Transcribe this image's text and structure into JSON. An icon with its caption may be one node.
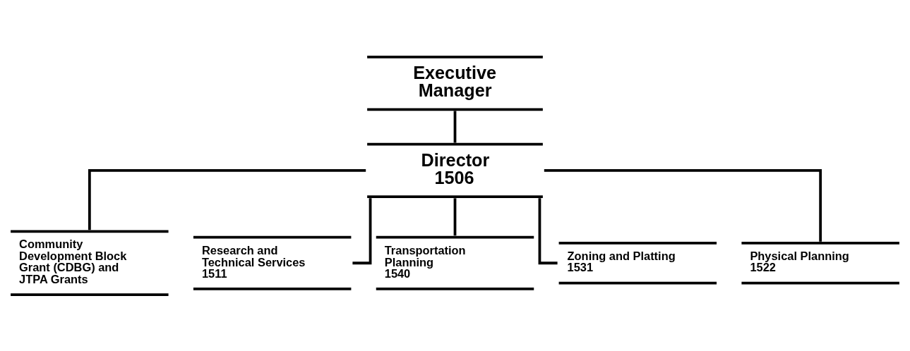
{
  "diagram": {
    "nodes": [
      {
        "text": [
          "Executive Manager"
        ]
      },
      {
        "text": [
          "Director",
          "1506"
        ]
      },
      {
        "text": [
          "Community Development Block Grant (CDBG) and JTPA Grants"
        ]
      },
      {
        "text": [
          "Research and Technical Services",
          "1511"
        ]
      },
      {
        "text": [
          "Transportation Planning",
          "1540"
        ]
      },
      {
        "text": [
          "Zoning and Platting",
          "1531"
        ]
      },
      {
        "text": [
          "Physical Planning",
          "1522"
        ]
      }
    ],
    "edges": [
      {
        "from": 0,
        "to": 1,
        "arrow": "none"
      },
      {
        "from": 1,
        "to": 2,
        "arrow": "none"
      },
      {
        "from": 1,
        "to": 3,
        "arrow": "none"
      },
      {
        "from": 1,
        "to": 4,
        "arrow": "none"
      },
      {
        "from": 1,
        "to": 5,
        "arrow": "none"
      },
      {
        "from": 1,
        "to": 6,
        "arrow": "none"
      }
    ]
  }
}
